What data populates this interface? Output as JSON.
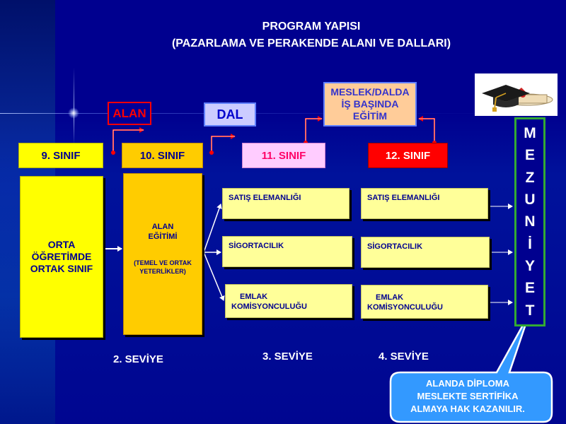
{
  "title": {
    "line1": "PROGRAM YAPISI",
    "line2": "(PAZARLAMA VE PERAKENDE ALANI VE DALLARI)"
  },
  "labels": {
    "alan": "ALAN",
    "dal": "DAL",
    "meslek_line1": "MESLEK/DALDA",
    "meslek_line2": "İŞ BAŞINDA",
    "meslek_line3": "EĞİTİM"
  },
  "grades": {
    "g9": "9. SINIF",
    "g10": "10. SINIF",
    "g11": "11. SINIF",
    "g12": "12. SINIF"
  },
  "orta": {
    "line1": "ORTA",
    "line2": "ÖĞRETİMDE",
    "line3": "ORTAK SINIF"
  },
  "alan_egitimi": {
    "line1": "ALAN",
    "line2": "EĞİTİMİ",
    "line3": "(TEMEL VE ORTAK",
    "line4": "YETERLİKLER)"
  },
  "branches_11": [
    {
      "line1": "SATIŞ ELEMANLIĞI",
      "line2": ""
    },
    {
      "line1": "SİGORTACILIK",
      "line2": ""
    },
    {
      "line1": "EMLAK",
      "line2": "KOMİSYONCULUĞU"
    }
  ],
  "branches_12": [
    {
      "line1": "SATIŞ ELEMANLIĞI",
      "line2": ""
    },
    {
      "line1": "SİGORTACILIK",
      "line2": ""
    },
    {
      "line1": "EMLAK",
      "line2": "KOMİSYONCULUĞU"
    }
  ],
  "levels": {
    "l2": "2. SEVİYE",
    "l3": "3. SEVİYE",
    "l4": "4. SEVİYE"
  },
  "mezuniyet": [
    "M",
    "E",
    "Z",
    "U",
    "N",
    "İ",
    "Y",
    "E",
    "T"
  ],
  "callout": {
    "line1": "ALANDA DİPLOMA",
    "line2": "MESLEKTE SERTİFİKA",
    "line3": "ALMAYA HAK KAZANILIR."
  },
  "icons": {
    "graduation": "graduation-cap-diploma-icon"
  },
  "colors": {
    "background": "#00008f",
    "grade9": "#ffff00",
    "grade10": "#ffcc00",
    "grade11": "#ffccff",
    "grade12": "#ff0000",
    "branch": "#ffff99",
    "meslek": "#ffcc99",
    "callout": "#3399ff",
    "frame": "#33aa33",
    "arrow_red": "#ff0000"
  }
}
